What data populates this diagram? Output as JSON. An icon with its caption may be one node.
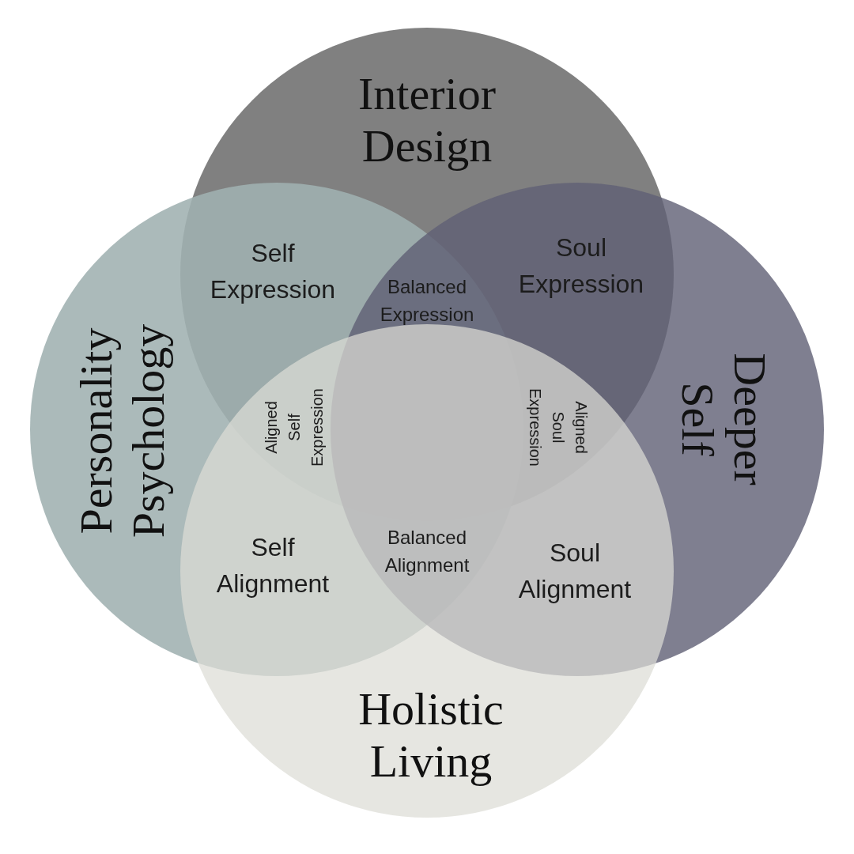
{
  "diagram": {
    "nodes": [
      {
        "text": [
          "Interior Design"
        ]
      },
      {
        "text": [
          "Personality Psychology"
        ]
      },
      {
        "text": [
          "Deeper Self"
        ]
      },
      {
        "text": [
          "Holistic Living"
        ]
      }
    ],
    "edges": [],
    "labels": [
      "Self Expression",
      "Soul Expression",
      "Balanced Expression",
      "Aligned Self Expression",
      "Aligned Soul Expression",
      "Self Alignment",
      "Balanced Alignment",
      "Soul Alignment"
    ]
  }
}
